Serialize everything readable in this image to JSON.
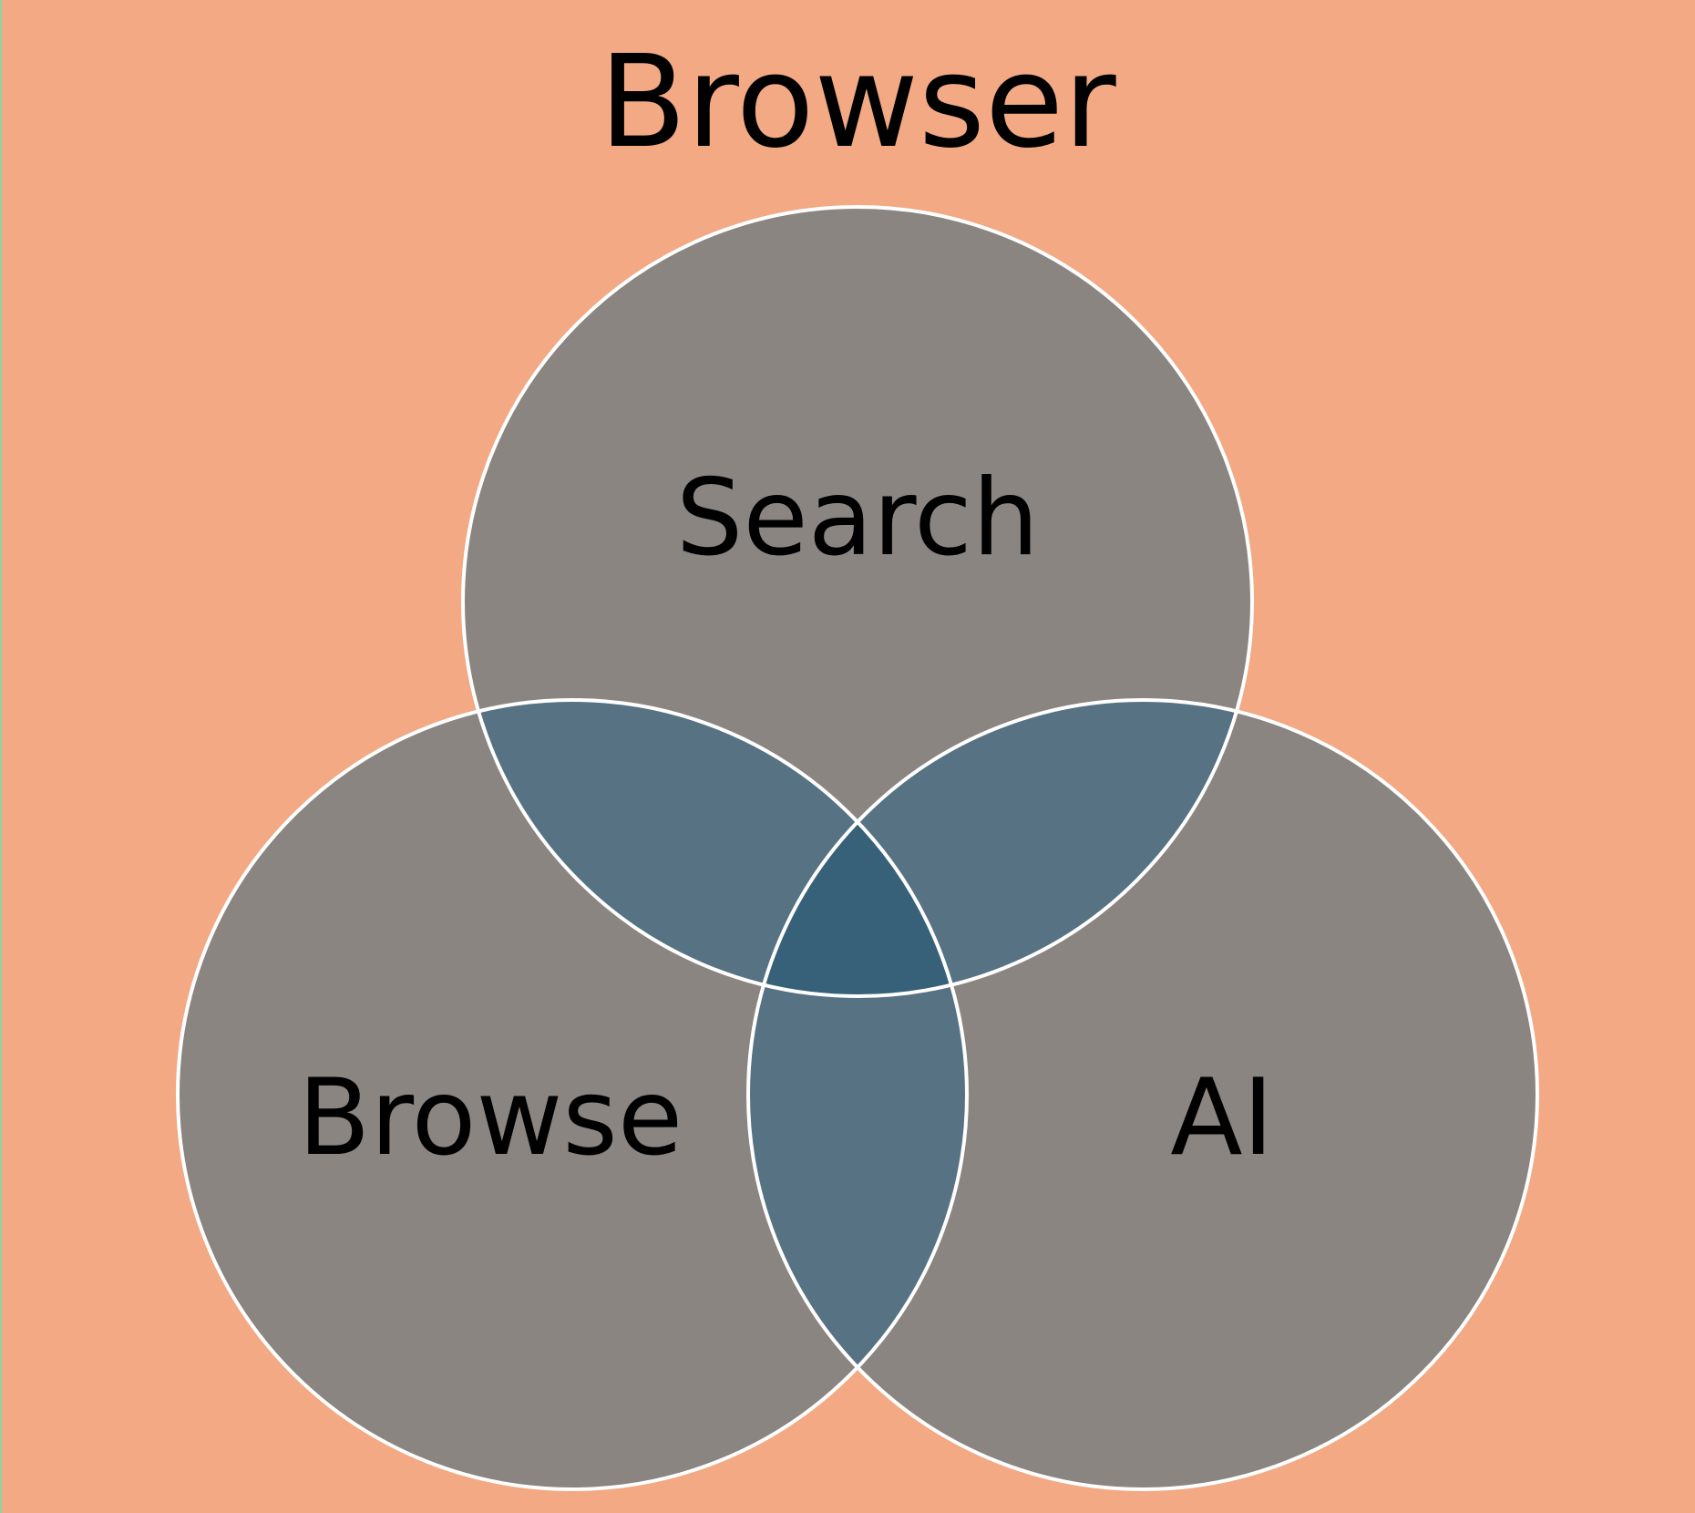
{
  "diagram": {
    "type": "venn",
    "title": "Browser",
    "colors": {
      "background": "#f2a984",
      "set_fill": "#8b8582",
      "pair_overlap": "#577283",
      "triple_overlap": "#376178",
      "outline": "#ffffff"
    },
    "sets": [
      {
        "id": "search",
        "label": "Search"
      },
      {
        "id": "browse",
        "label": "Browse"
      },
      {
        "id": "ai",
        "label": "AI"
      }
    ]
  }
}
